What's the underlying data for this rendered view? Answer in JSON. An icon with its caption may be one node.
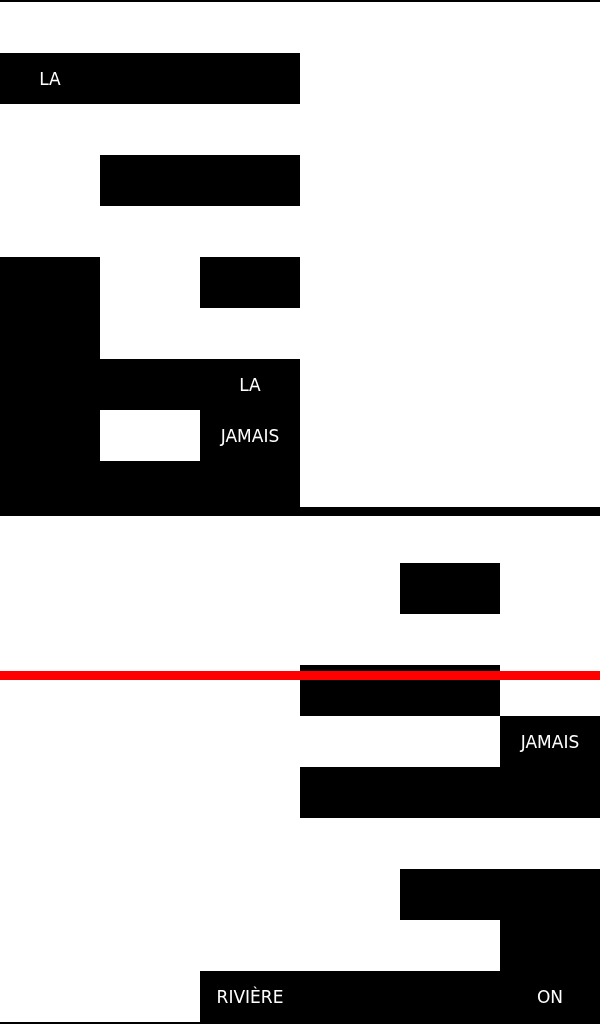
{
  "diagram": {
    "nodes": [
      {
        "text": [
          "LA"
        ]
      },
      {
        "text": [],
        "shape": "bar"
      },
      {
        "text": [],
        "shape": "bar"
      },
      {
        "text": [],
        "shape": "bar"
      },
      {
        "text": [
          "LA"
        ]
      },
      {
        "text": [
          "JAMAIS"
        ]
      },
      {
        "text": [],
        "shape": "bar"
      },
      {
        "text": [],
        "shape": "bar"
      },
      {
        "text": [],
        "shape": "bar"
      },
      {
        "text": [],
        "shape": "bar"
      },
      {
        "text": [
          "JAMAIS"
        ]
      },
      {
        "text": [],
        "shape": "bar"
      },
      {
        "text": [],
        "shape": "bar"
      },
      {
        "text": [],
        "shape": "bar"
      },
      {
        "text": [
          "RIVIÈRE",
          "ON"
        ]
      }
    ]
  }
}
